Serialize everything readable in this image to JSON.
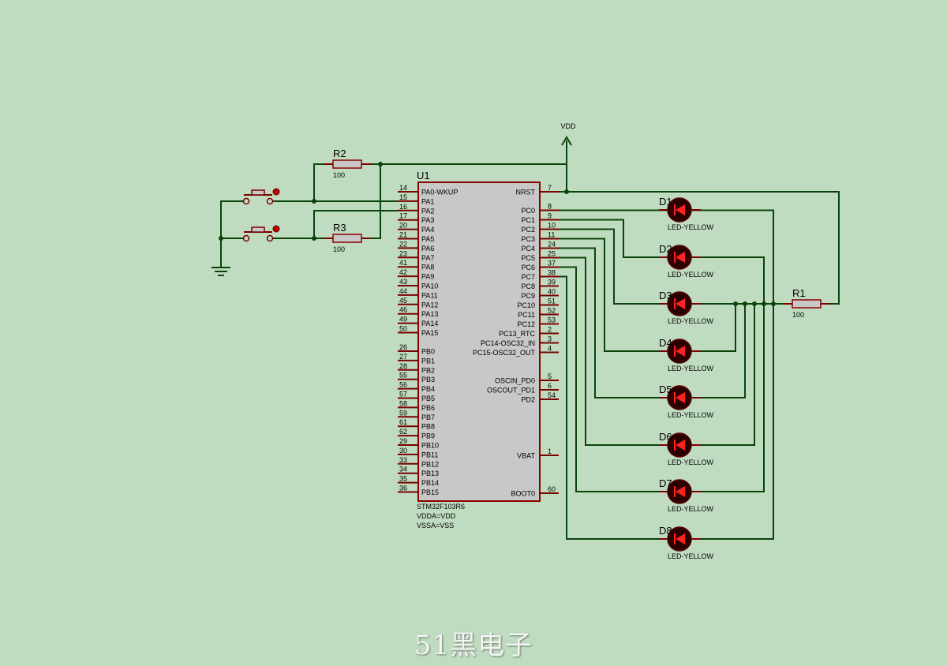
{
  "colors": {
    "background": "#c0dcc0",
    "wire": "#0b440b",
    "pin": "#7a0000",
    "chip_fill": "#c8c8c8",
    "chip_border": "#8b0000",
    "led_body": "#2a0000",
    "led_triangle": "#ff2020",
    "resistor_fill": "#c8c8c8",
    "text": "#000000"
  },
  "vdd": {
    "label": "VDD"
  },
  "chip": {
    "ref": "U1",
    "part": "STM32F103R6",
    "attr1": "VDDA=VDD",
    "attr2": "VSSA=VSS",
    "left_pins": [
      {
        "num": "14",
        "name": "PA0-WKUP"
      },
      {
        "num": "15",
        "name": "PA1"
      },
      {
        "num": "16",
        "name": "PA2"
      },
      {
        "num": "17",
        "name": "PA3"
      },
      {
        "num": "20",
        "name": "PA4"
      },
      {
        "num": "21",
        "name": "PA5"
      },
      {
        "num": "22",
        "name": "PA6"
      },
      {
        "num": "23",
        "name": "PA7"
      },
      {
        "num": "41",
        "name": "PA8"
      },
      {
        "num": "42",
        "name": "PA9"
      },
      {
        "num": "43",
        "name": "PA10"
      },
      {
        "num": "44",
        "name": "PA11"
      },
      {
        "num": "45",
        "name": "PA12"
      },
      {
        "num": "46",
        "name": "PA13"
      },
      {
        "num": "49",
        "name": "PA14"
      },
      {
        "num": "50",
        "name": "PA15"
      },
      {
        "num": "26",
        "name": "PB0"
      },
      {
        "num": "27",
        "name": "PB1"
      },
      {
        "num": "28",
        "name": "PB2"
      },
      {
        "num": "55",
        "name": "PB3"
      },
      {
        "num": "56",
        "name": "PB4"
      },
      {
        "num": "57",
        "name": "PB5"
      },
      {
        "num": "58",
        "name": "PB6"
      },
      {
        "num": "59",
        "name": "PB7"
      },
      {
        "num": "61",
        "name": "PB8"
      },
      {
        "num": "62",
        "name": "PB9"
      },
      {
        "num": "29",
        "name": "PB10"
      },
      {
        "num": "30",
        "name": "PB11"
      },
      {
        "num": "33",
        "name": "PB12"
      },
      {
        "num": "34",
        "name": "PB13"
      },
      {
        "num": "35",
        "name": "PB14"
      },
      {
        "num": "36",
        "name": "PB15"
      }
    ],
    "right_pins": [
      {
        "num": "7",
        "name": "NRST"
      },
      {
        "num": "8",
        "name": "PC0"
      },
      {
        "num": "9",
        "name": "PC1"
      },
      {
        "num": "10",
        "name": "PC2"
      },
      {
        "num": "11",
        "name": "PC3"
      },
      {
        "num": "24",
        "name": "PC4"
      },
      {
        "num": "25",
        "name": "PC5"
      },
      {
        "num": "37",
        "name": "PC6"
      },
      {
        "num": "38",
        "name": "PC7"
      },
      {
        "num": "39",
        "name": "PC8"
      },
      {
        "num": "40",
        "name": "PC9"
      },
      {
        "num": "51",
        "name": "PC10"
      },
      {
        "num": "52",
        "name": "PC11"
      },
      {
        "num": "53",
        "name": "PC12"
      },
      {
        "num": "2",
        "name": "PC13_RTC"
      },
      {
        "num": "3",
        "name": "PC14-OSC32_IN"
      },
      {
        "num": "4",
        "name": "PC15-OSC32_OUT"
      },
      {
        "num": "5",
        "name": "OSCIN_PD0"
      },
      {
        "num": "6",
        "name": "OSCOUT_PD1"
      },
      {
        "num": "54",
        "name": "PD2"
      },
      {
        "num": "1",
        "name": "VBAT"
      },
      {
        "num": "60",
        "name": "BOOT0"
      }
    ]
  },
  "resistors": [
    {
      "ref": "R1",
      "value": "100"
    },
    {
      "ref": "R2",
      "value": "100"
    },
    {
      "ref": "R3",
      "value": "100"
    }
  ],
  "leds": [
    {
      "ref": "D1",
      "type": "LED-YELLOW"
    },
    {
      "ref": "D2",
      "type": "LED-YELLOW"
    },
    {
      "ref": "D3",
      "type": "LED-YELLOW"
    },
    {
      "ref": "D4",
      "type": "LED-YELLOW"
    },
    {
      "ref": "D5",
      "type": "LED-YELLOW"
    },
    {
      "ref": "D6",
      "type": "LED-YELLOW"
    },
    {
      "ref": "D7",
      "type": "LED-YELLOW"
    },
    {
      "ref": "D8",
      "type": "LED-YELLOW"
    }
  ],
  "watermark": "51黑电子"
}
